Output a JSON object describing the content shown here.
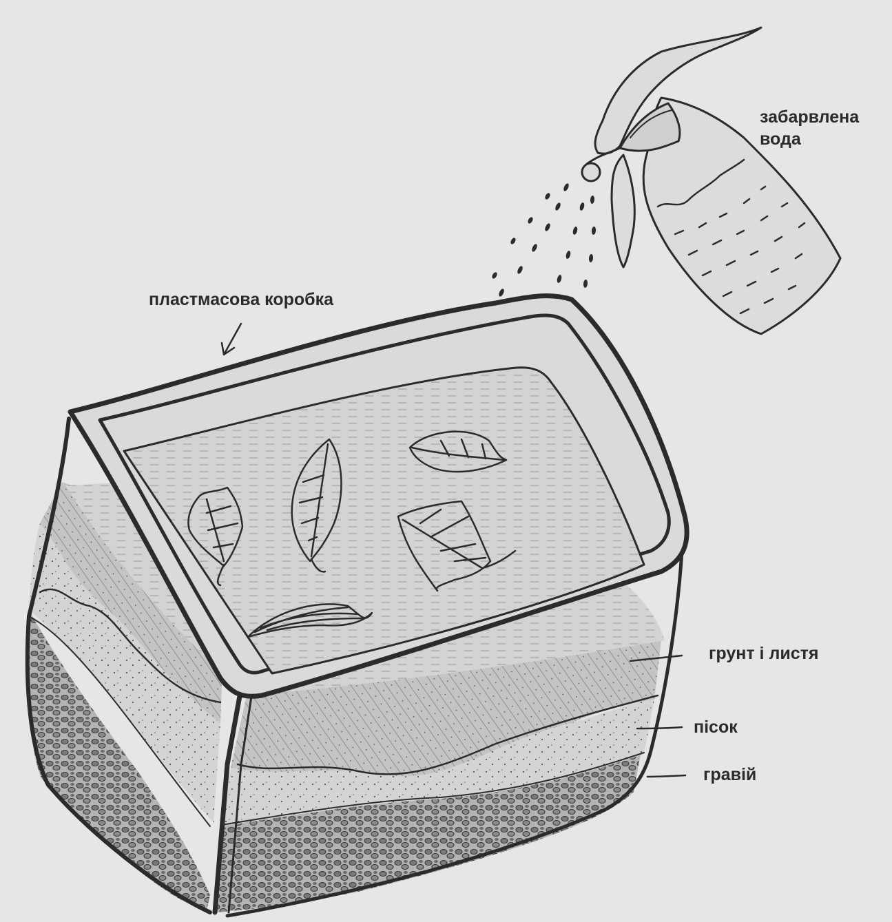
{
  "labels": {
    "plastic_box": "пластмасова коробка",
    "colored_water_line1": "забарвлена",
    "colored_water_line2": "вода",
    "soil_and_leaves": "грунт і листя",
    "sand": "пісок",
    "gravel": "гравій"
  },
  "colors": {
    "background": "#e6e6e6",
    "ink": "#2b2b2b",
    "soil_fill": "#bdbdbd",
    "sand_fill": "#d2d2d2",
    "gravel_fill": "#9a9a9a",
    "top_surface": "#cfcfcf"
  },
  "icons": [
    "spray-bottle-icon",
    "leaf-icon",
    "arrow-icon"
  ]
}
